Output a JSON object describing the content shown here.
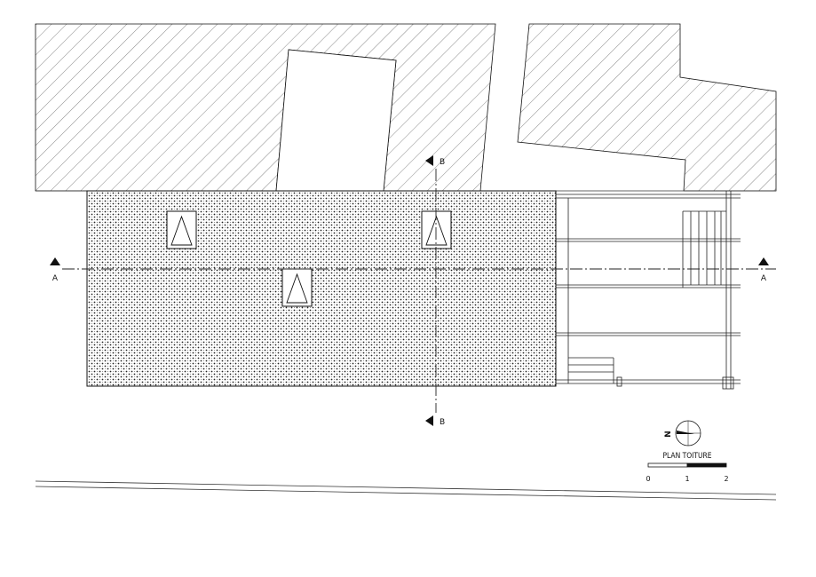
{
  "section_marks": {
    "a_left": "A",
    "a_right": "A",
    "b_top": "B",
    "b_bottom": "B"
  },
  "title": "PLAN TOITURE",
  "north_arrow": {
    "label": "N",
    "icon": "north-arrow-icon"
  },
  "scale_bar": {
    "ticks": [
      "0",
      "1",
      "2"
    ]
  },
  "colors": {
    "line": "#111111",
    "hatch": "#555555",
    "background": "#ffffff"
  }
}
